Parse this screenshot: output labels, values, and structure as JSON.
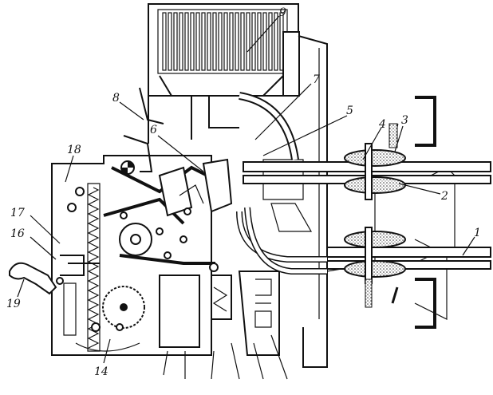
{
  "figure": {
    "labels": {
      "l1": "1",
      "l2": "2",
      "l3": "3",
      "l4": "4",
      "l5": "5",
      "l6": "6",
      "l7": "7",
      "l8": "8",
      "l9": "9",
      "l14": "14",
      "l16": "16",
      "l17": "17",
      "l18": "18",
      "l19": "19"
    }
  }
}
